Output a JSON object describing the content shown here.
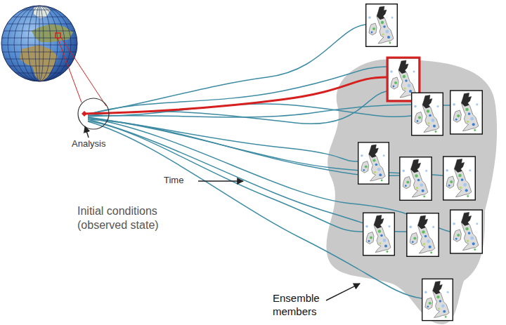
{
  "diagram": {
    "labels": [
      "Analysis",
      "Time",
      "Initial conditions (observed state)",
      "Ensemble members"
    ]
  }
}
